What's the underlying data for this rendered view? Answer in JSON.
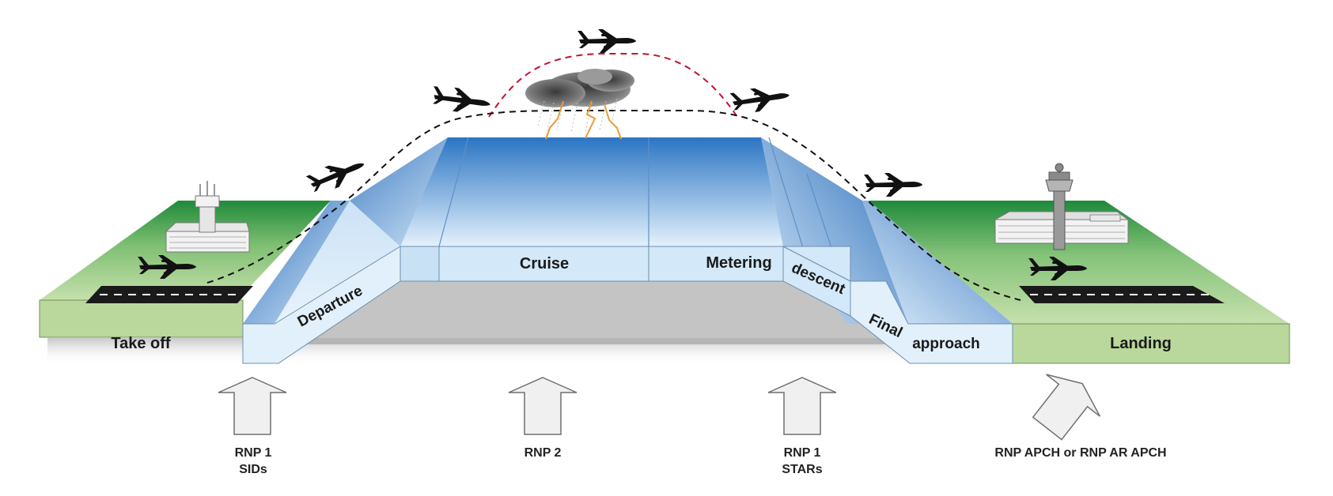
{
  "phases": {
    "take_off": "Take off",
    "departure": "Departure",
    "cruise": "Cruise",
    "metering": "Metering",
    "descent": "descent",
    "final": "Final",
    "approach": "approach",
    "landing": "Landing"
  },
  "arrows": [
    {
      "line1": "RNP 1",
      "line2": "SIDs"
    },
    {
      "line1": "RNP 2",
      "line2": ""
    },
    {
      "line1": "RNP 1",
      "line2": "STARs"
    },
    {
      "line1": "RNP APCH or RNP AR APCH",
      "line2": ""
    }
  ],
  "icons": {
    "aircraft": "airplane-icon",
    "tower": "control-tower-icon",
    "terminal": "terminal-building-icon",
    "storm": "thunderstorm-icon",
    "arrow": "up-arrow-icon"
  },
  "colors": {
    "ground_top": "#1e8f3e",
    "ground_light": "#c3dda6",
    "ground_front": "#bad89c",
    "sky_dark": "#2a73c0",
    "sky_light": "#e6f2fc",
    "base_grey": "#c2c2c2",
    "nominal_path": "#111111",
    "storm_detour_path": "#c8102e",
    "runway": "#1a1a1a"
  }
}
